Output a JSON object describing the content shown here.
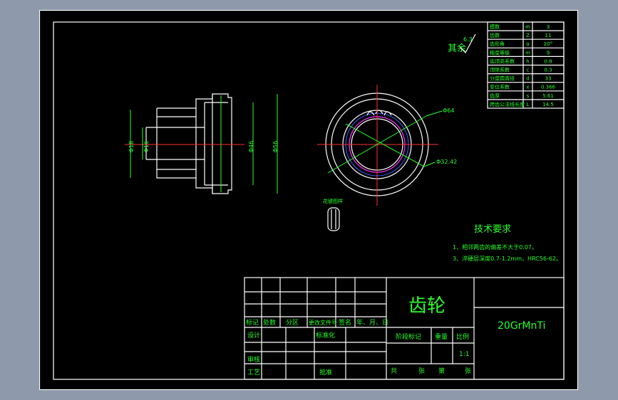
{
  "drawing": {
    "title": "齿轮",
    "material": "20GrMnTi",
    "roughness_note": "其余",
    "roughness_value": "6.3",
    "tech_title": "技术要求",
    "tech_notes": [
      "1、相邻两齿的偏差不大于0.07。",
      "3、淬硬层深度0.7-1.2mm，HRC56-62。"
    ],
    "spline_label": "花键图样"
  },
  "param_table": [
    {
      "name": "模数",
      "sym": "m",
      "val": "3"
    },
    {
      "name": "齿数",
      "sym": "Z",
      "val": "11"
    },
    {
      "name": "齿形角",
      "sym": "α",
      "val": "20°"
    },
    {
      "name": "精度等级",
      "sym": "m",
      "val": "9"
    },
    {
      "name": "齿顶高系数",
      "sym": "h",
      "val": "0.8"
    },
    {
      "name": "顶隙系数",
      "sym": "c",
      "val": "0.3"
    },
    {
      "name": "分度圆直径",
      "sym": "d",
      "val": "33"
    },
    {
      "name": "变位系数",
      "sym": "x",
      "val": "0.366"
    },
    {
      "name": "齿厚",
      "sym": "s",
      "val": "5.61"
    },
    {
      "name": "跨齿公法线长度",
      "sym": "L",
      "val": "14.5"
    }
  ],
  "dims": {
    "d1": "Φ18",
    "d2": "Φ16",
    "d3": "Φ46",
    "d4": "Φ56",
    "d5": "Φ64",
    "d6": "Φ32.42"
  },
  "title_block": {
    "hdr_mark": "标记",
    "hdr_count": "处数",
    "hdr_zone": "分区",
    "hdr_doc": "更改文件号",
    "hdr_sign": "签名",
    "hdr_date": "年、月、日",
    "design": "设计",
    "standard": "标准化",
    "review": "审核",
    "craft": "工艺",
    "approve": "批准",
    "stage": "阶段标记",
    "weight": "重量",
    "scale_label": "比例",
    "scale": "1:1",
    "total": "共",
    "sheet_unit": "张",
    "no": "第",
    "sheet_unit2": "张"
  }
}
